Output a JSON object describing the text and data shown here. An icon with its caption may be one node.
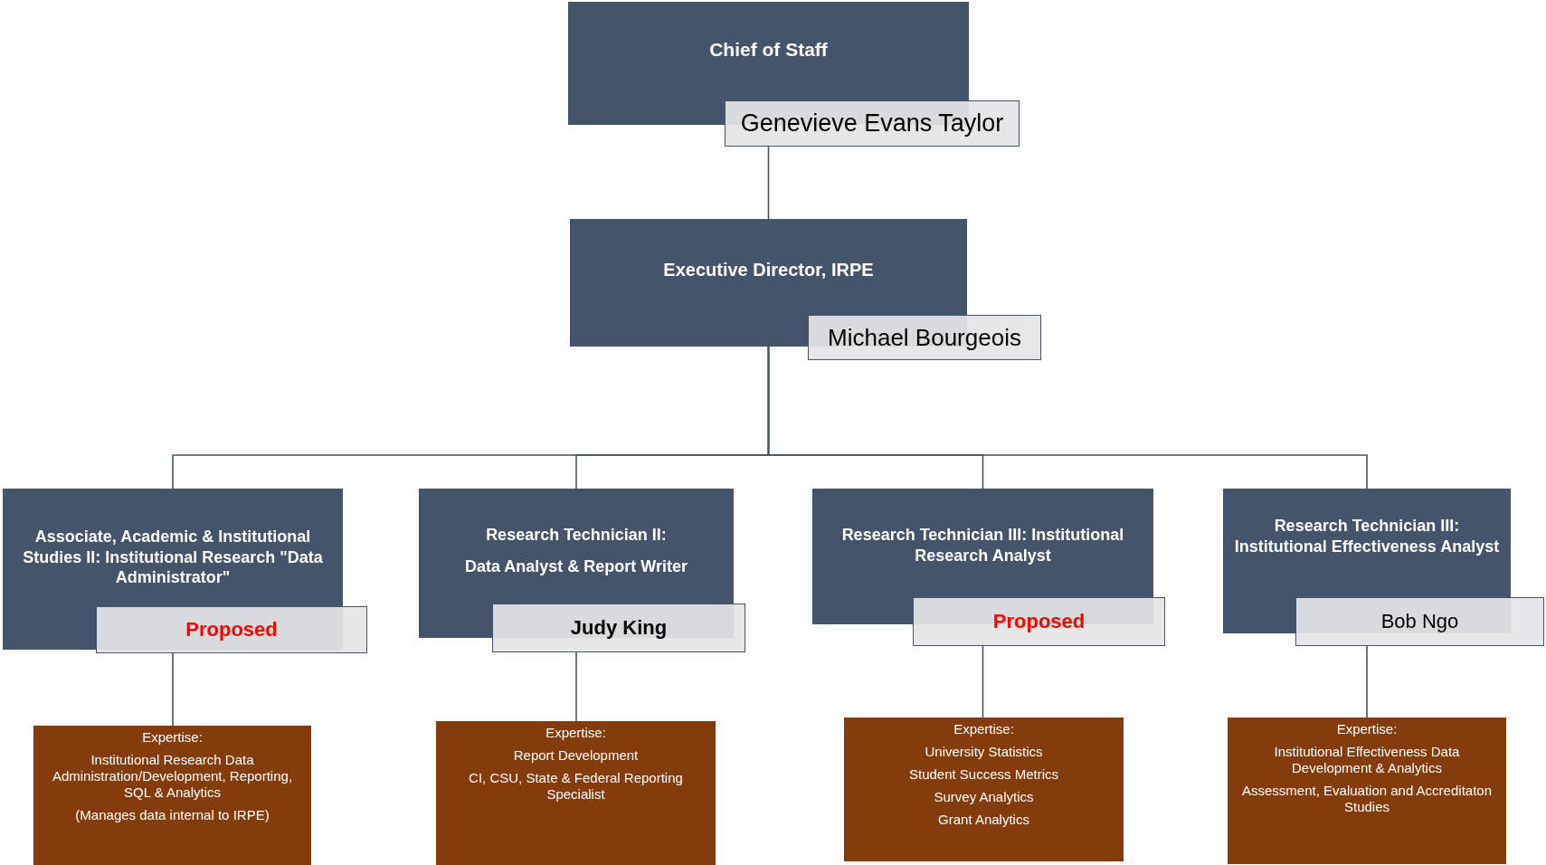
{
  "diagram": {
    "nodes": [
      {
        "text": [
          "Chief of Staff",
          "Genevieve Evans Taylor"
        ]
      },
      {
        "text": [
          "Executive Director, IRPE",
          "Michael Bourgeois"
        ]
      },
      {
        "text": [
          "Associate, Academic & Institutional Studies II:  Institutional Research \"Data Administrator\"",
          "Proposed"
        ]
      },
      {
        "text": [
          "Research Technician II:",
          "Data Analyst & Report Writer",
          "Judy King"
        ]
      },
      {
        "text": [
          "Research Technician III: Institutional Research Analyst",
          "Proposed"
        ]
      },
      {
        "text": [
          "Research Technician III: Institutional Effectiveness Analyst",
          "Bob Ngo"
        ]
      },
      {
        "text": [
          "Expertise:",
          "Institutional Research Data Administration/Development, Reporting, SQL & Analytics",
          "(Manages data internal to IRPE)"
        ]
      },
      {
        "text": [
          "Expertise:",
          "Report Development",
          "CI, CSU, State & Federal Reporting Specialist"
        ]
      },
      {
        "text": [
          "Expertise:",
          "University Statistics",
          "Student Success Metrics",
          "Survey Analytics",
          "Grant Analytics"
        ]
      },
      {
        "text": [
          "Expertise:",
          "Institutional Effectiveness Data Development & Analytics",
          "Assessment, Evaluation and Accreditaton Studies"
        ]
      }
    ],
    "edges": [
      {
        "from": 0,
        "to": 1,
        "arrow": "none"
      },
      {
        "from": 1,
        "to": 2,
        "arrow": "none"
      },
      {
        "from": 1,
        "to": 3,
        "arrow": "none"
      },
      {
        "from": 1,
        "to": 4,
        "arrow": "none"
      },
      {
        "from": 1,
        "to": 5,
        "arrow": "none"
      },
      {
        "from": 2,
        "to": 6,
        "arrow": "none"
      },
      {
        "from": 3,
        "to": 7,
        "arrow": "none"
      },
      {
        "from": 4,
        "to": 8,
        "arrow": "none"
      },
      {
        "from": 5,
        "to": 9,
        "arrow": "none"
      }
    ]
  }
}
